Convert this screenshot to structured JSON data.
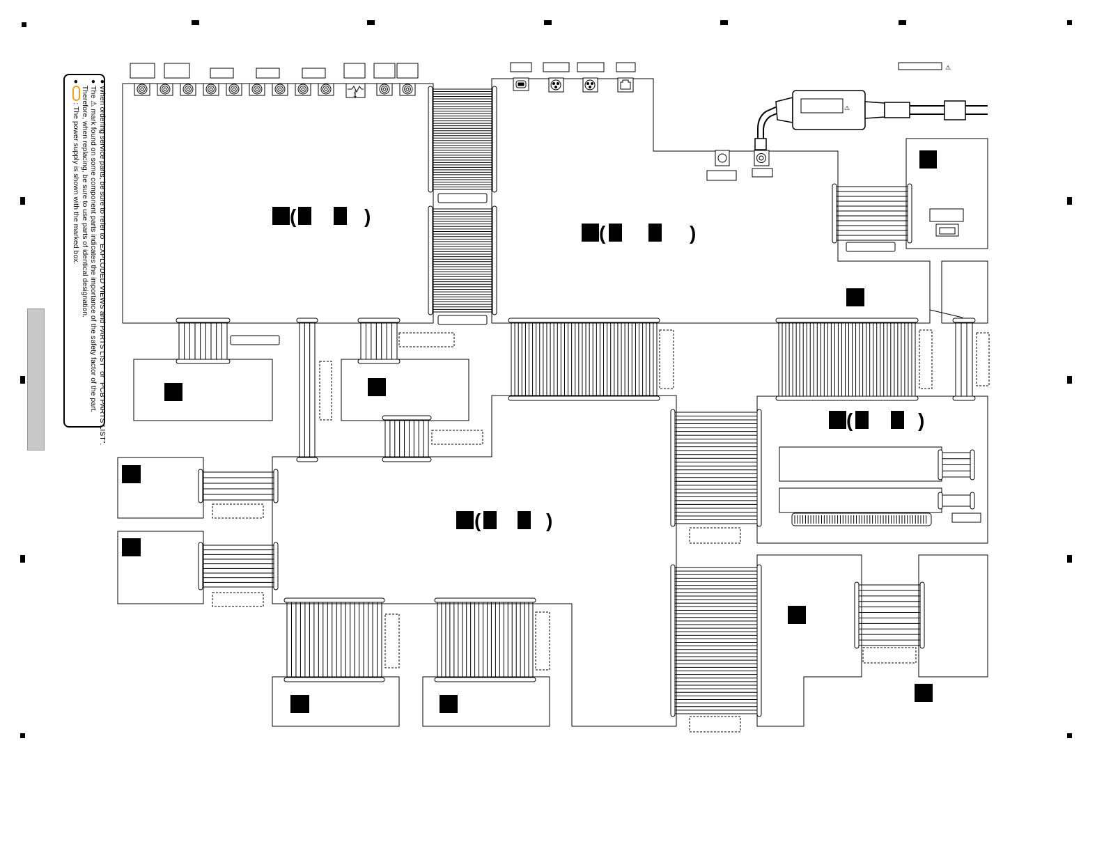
{
  "notes": {
    "line1": "When ordering service parts, be sure to refer to \"EXPLODED VIEWS and PARTS LIST\" or \"PCB PARTS LIST\".",
    "line2": "The ⚠ mark found on some component parts indicates the importance of the safety factor of the part.",
    "line3": "Therefore, when replacing, be sure to use parts of identical designation.",
    "line4": ": The power supply is shown with the marked box."
  },
  "symbols": {
    "connector_number": "1",
    "open_paren": "(",
    "close_paren": ")",
    "warning_mark": "⚠"
  },
  "colors": {
    "line": "#000000",
    "fill": "#ffffff",
    "highlight_mark": "#e8a21f",
    "side_tab": "#c8c8c8"
  },
  "icons": [
    "rca-jack-icon",
    "din-jack-icon",
    "mini-din-jack-icon",
    "lan-jack-icon",
    "power-cord-icon",
    "fuse-holder-icon",
    "ribbon-cable-icon"
  ]
}
